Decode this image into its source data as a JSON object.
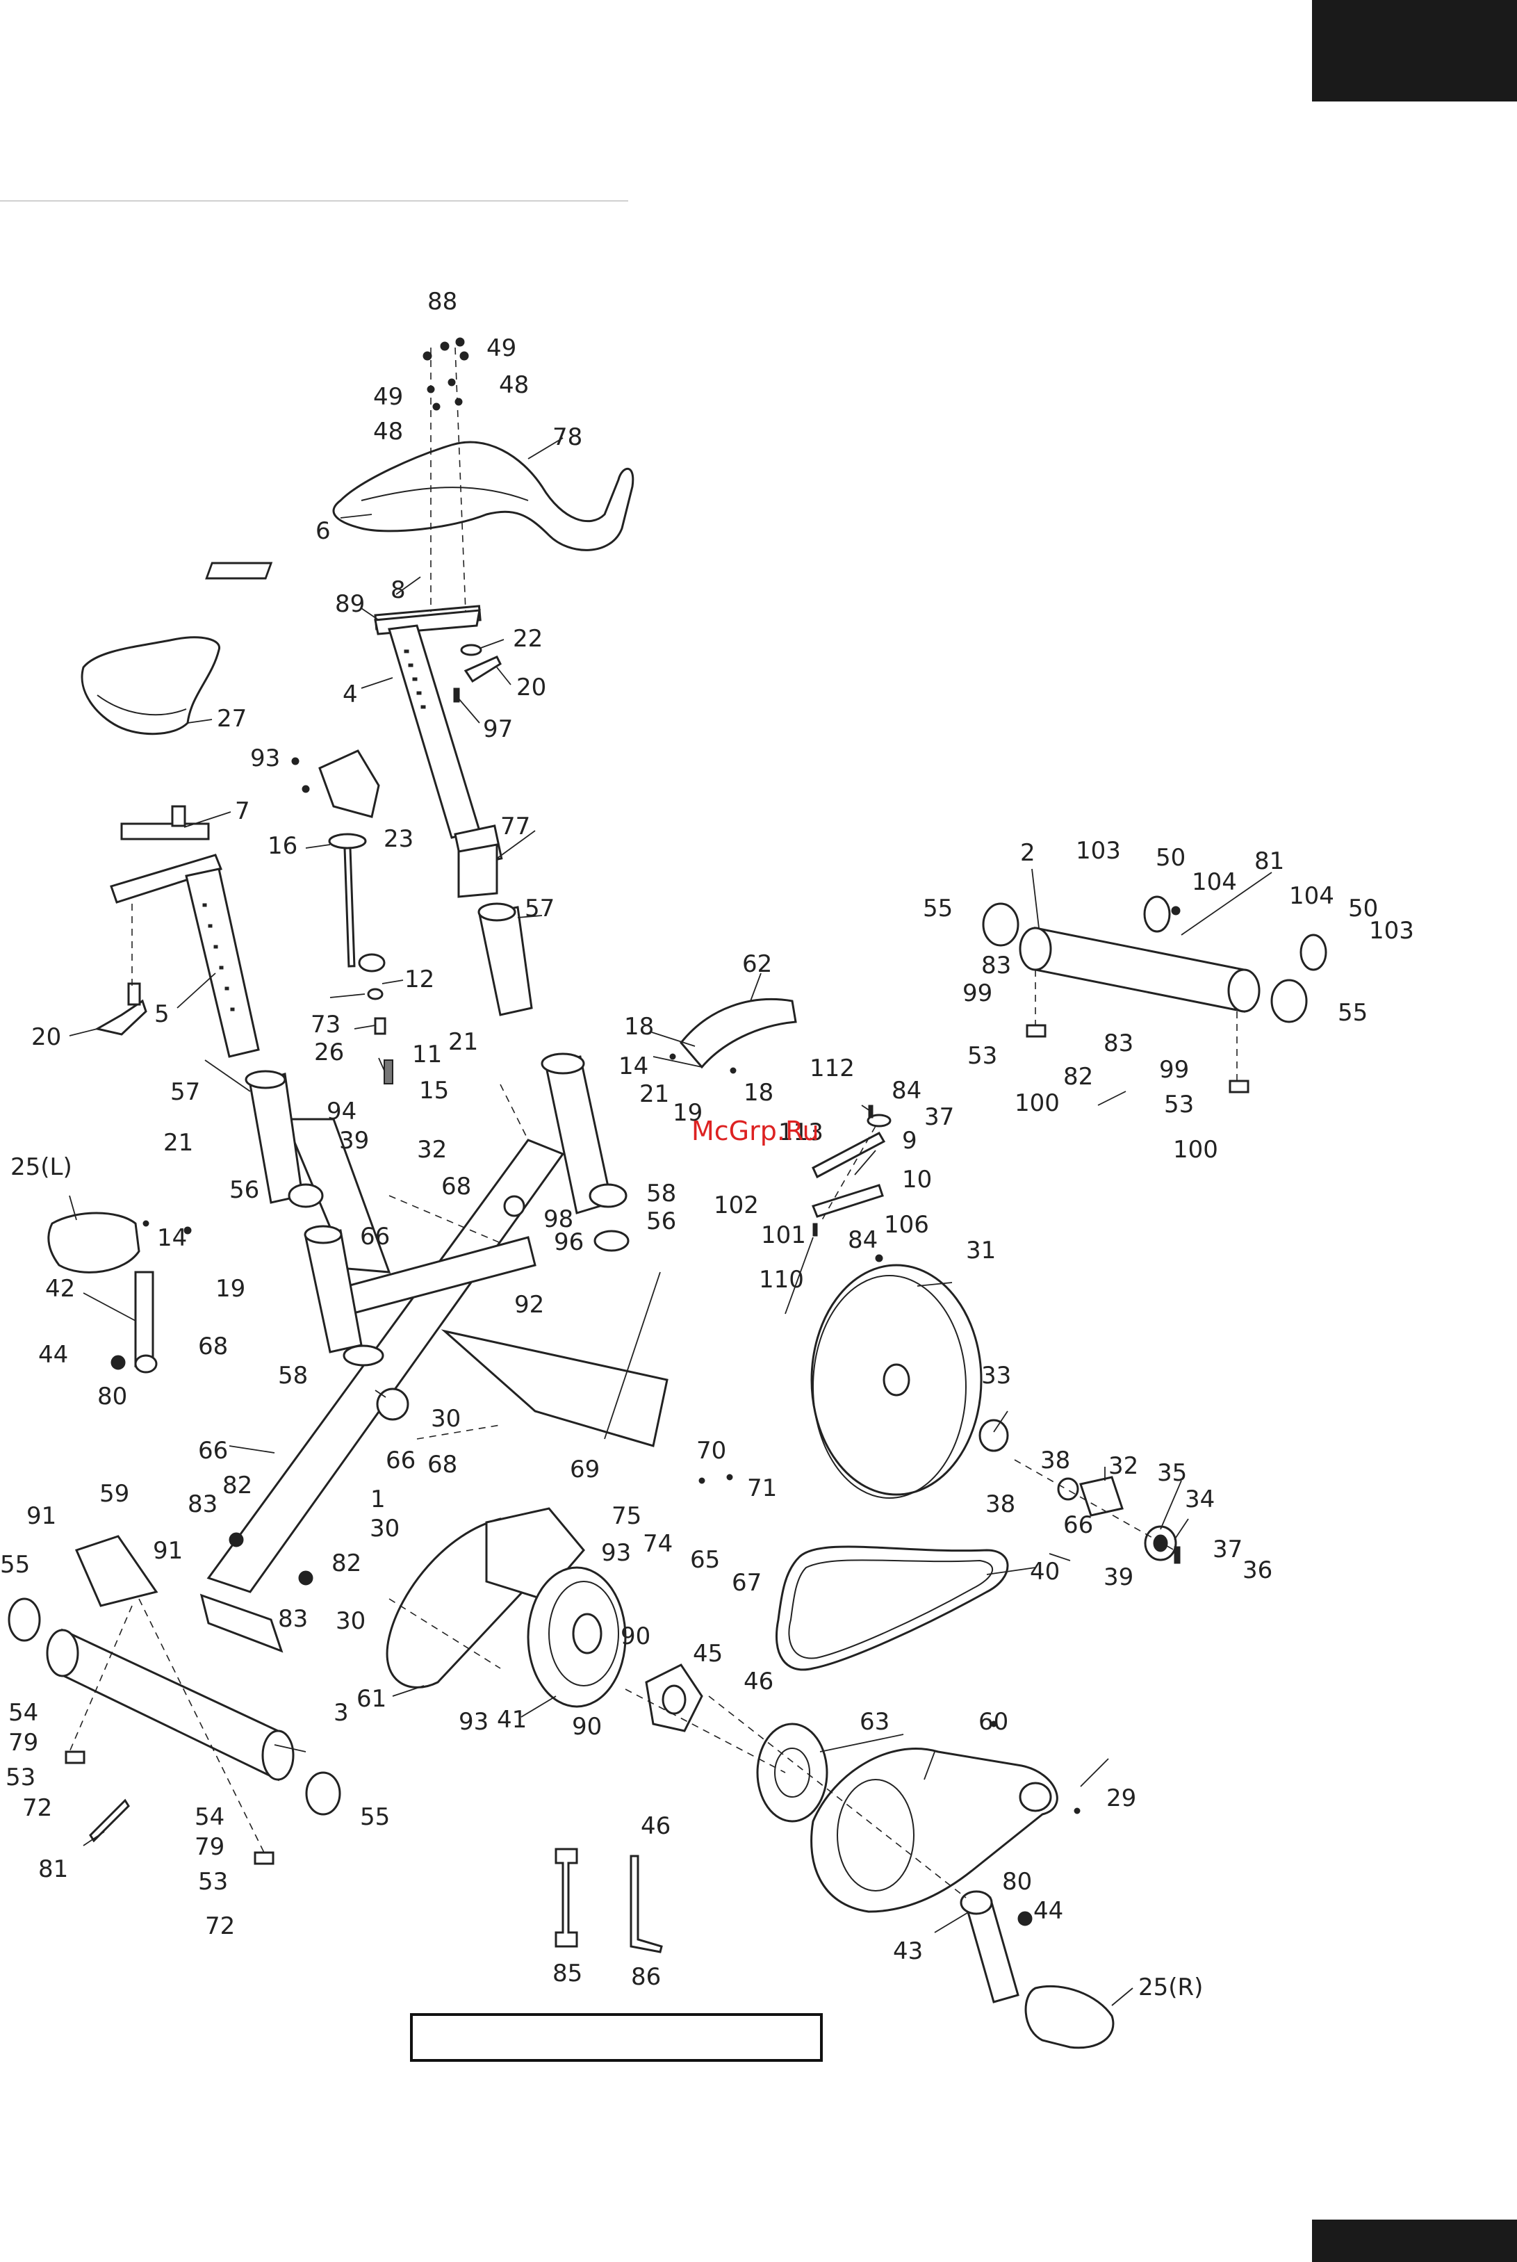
{
  "watermark": "McGrp.Ru",
  "colors": {
    "ink": "#222222",
    "tab": "#1a1a1a",
    "watermark": "#dd2222",
    "rule": "#d0d0d0"
  },
  "parts": {
    "p1": "1",
    "p2": "2",
    "p3": "3",
    "p4": "4",
    "p5": "5",
    "p6": "6",
    "p7": "7",
    "p8": "8",
    "p9": "9",
    "p10": "10",
    "p11": "11",
    "p12": "12",
    "p14a": "14",
    "p14b": "14",
    "p15": "15",
    "p16": "16",
    "p18a": "18",
    "p18b": "18",
    "p19a": "19",
    "p19b": "19",
    "p20a": "20",
    "p20b": "20",
    "p21a": "21",
    "p21b": "21",
    "p21c": "21",
    "p22": "22",
    "p23": "23",
    "p25l": "25(L)",
    "p25r": "25(R)",
    "p26": "26",
    "p27": "27",
    "p29": "29",
    "p30a": "30",
    "p30b": "30",
    "p30c": "30",
    "p31": "31",
    "p32a": "32",
    "p32b": "32",
    "p33": "33",
    "p34": "34",
    "p35": "35",
    "p36": "36",
    "p37a": "37",
    "p37b": "37",
    "p38a": "38",
    "p38b": "38",
    "p39a": "39",
    "p39b": "39",
    "p40": "40",
    "p41": "41",
    "p42": "42",
    "p43": "43",
    "p44a": "44",
    "p44b": "44",
    "p45": "45",
    "p46a": "46",
    "p46b": "46",
    "p48a": "48",
    "p48b": "48",
    "p49a": "49",
    "p49b": "49",
    "p50a": "50",
    "p50b": "50",
    "p53a": "53",
    "p53b": "53",
    "p53c": "53",
    "p53d": "53",
    "p54a": "54",
    "p54b": "54",
    "p55a": "55",
    "p55b": "55",
    "p55c": "55",
    "p55d": "55",
    "p56a": "56",
    "p56b": "56",
    "p57a": "57",
    "p57b": "57",
    "p58a": "58",
    "p58b": "58",
    "p59": "59",
    "p60": "60",
    "p61": "61",
    "p62": "62",
    "p63": "63",
    "p65": "65",
    "p66a": "66",
    "p66b": "66",
    "p66c": "66",
    "p66d": "66",
    "p67": "67",
    "p68a": "68",
    "p68b": "68",
    "p68c": "68",
    "p69": "69",
    "p70": "70",
    "p71": "71",
    "p72a": "72",
    "p72b": "72",
    "p73": "73",
    "p74": "74",
    "p75": "75",
    "p77": "77",
    "p78": "78",
    "p79a": "79",
    "p79b": "79",
    "p80a": "80",
    "p80b": "80",
    "p81a": "81",
    "p81b": "81",
    "p82a": "82",
    "p82b": "82",
    "p82c": "82",
    "p83a": "83",
    "p83b": "83",
    "p83c": "83",
    "p83d": "83",
    "p84a": "84",
    "p84b": "84",
    "p85": "85",
    "p86": "86",
    "p88": "88",
    "p89": "89",
    "p90a": "90",
    "p90b": "90",
    "p91a": "91",
    "p91b": "91",
    "p92": "92",
    "p93a": "93",
    "p93b": "93",
    "p93c": "93",
    "p94": "94",
    "p96": "96",
    "p97": "97",
    "p98": "98",
    "p99a": "99",
    "p99b": "99",
    "p100a": "100",
    "p100b": "100",
    "p101": "101",
    "p102": "102",
    "p103a": "103",
    "p103b": "103",
    "p104a": "104",
    "p104b": "104",
    "p106": "106",
    "p110": "110",
    "p112": "112",
    "p113": "113"
  }
}
